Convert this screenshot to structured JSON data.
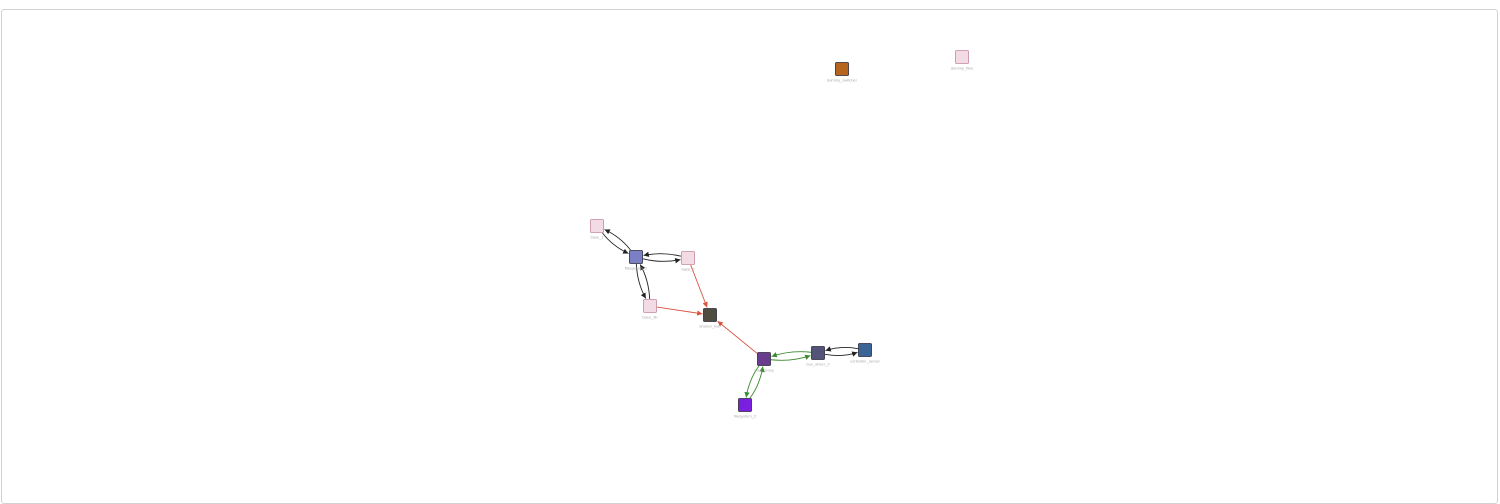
{
  "graph": {
    "nodes": [
      {
        "id": "dummy_switcher",
        "label": "dummy_switcher",
        "color": "#b5651d"
      },
      {
        "id": "dummy_files",
        "label": "dummy_files",
        "color": "#f2dbe4"
      },
      {
        "id": "base_1",
        "label": "base_1",
        "color": "#f2dbe4"
      },
      {
        "id": "mngr_1",
        "label": "filesystem_1",
        "color": "#7b7fc4"
      },
      {
        "id": "base_2",
        "label": "base_2",
        "color": "#f2dbe4"
      },
      {
        "id": "base_3",
        "label": "base_3b",
        "color": "#f2dbe4"
      },
      {
        "id": "hub",
        "label": "shared_hub",
        "color": "#4e4d3f"
      },
      {
        "id": "core",
        "label": "core_proxy",
        "color": "#6a3c8e"
      },
      {
        "id": "bus",
        "label": "bus_driver_0",
        "color": "#545478"
      },
      {
        "id": "ctrl",
        "label": "controller_server",
        "color": "#3a6594"
      },
      {
        "id": "leaf",
        "label": "filesystem_2",
        "color": "#7a1ee0"
      }
    ],
    "edges": [
      {
        "from": "mngr_1",
        "to": "base_1",
        "color": "#222222"
      },
      {
        "from": "base_1",
        "to": "mngr_1",
        "color": "#222222"
      },
      {
        "from": "mngr_1",
        "to": "base_2",
        "color": "#222222"
      },
      {
        "from": "base_2",
        "to": "mngr_1",
        "color": "#222222"
      },
      {
        "from": "mngr_1",
        "to": "base_3",
        "color": "#222222"
      },
      {
        "from": "base_3",
        "to": "mngr_1",
        "color": "#222222"
      },
      {
        "from": "base_2",
        "to": "hub",
        "color": "#d9533f"
      },
      {
        "from": "base_3",
        "to": "hub",
        "color": "#d9533f"
      },
      {
        "from": "core",
        "to": "hub",
        "color": "#d9533f"
      },
      {
        "from": "core",
        "to": "bus",
        "color": "#3a8a2e"
      },
      {
        "from": "bus",
        "to": "core",
        "color": "#3a8a2e"
      },
      {
        "from": "core",
        "to": "leaf",
        "color": "#3a8a2e"
      },
      {
        "from": "leaf",
        "to": "core",
        "color": "#3a8a2e"
      },
      {
        "from": "bus",
        "to": "ctrl",
        "color": "#222222"
      },
      {
        "from": "ctrl",
        "to": "bus",
        "color": "#222222"
      }
    ]
  }
}
